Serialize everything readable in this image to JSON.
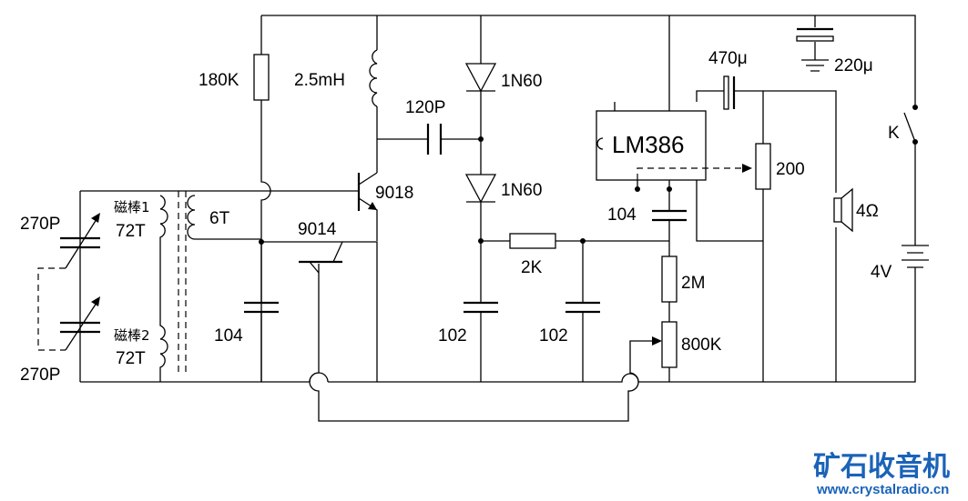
{
  "labels": {
    "r180k": "180K",
    "l25mh": "2.5mH",
    "c120p": "120P",
    "d1": "1N60",
    "d2": "1N60",
    "q9018": "9018",
    "q9014": "9014",
    "c104a": "104",
    "c104b": "104",
    "r2k": "2K",
    "c102a": "102",
    "c102b": "102",
    "r2m": "2M",
    "pot800k": "800K",
    "ic": "LM386",
    "pot200": "200",
    "c470": "470μ",
    "c220": "220μ",
    "speaker": "4Ω",
    "switch": "K",
    "battery": "4V",
    "coil6t": "6T",
    "rod1": "磁棒1",
    "rod1turns": "72T",
    "rod2": "磁棒2",
    "rod2turns": "72T",
    "vc1": "270P",
    "vc2": "270P"
  },
  "brand": {
    "title": "矿石收音机",
    "url": "www.crystalradio.cn"
  }
}
